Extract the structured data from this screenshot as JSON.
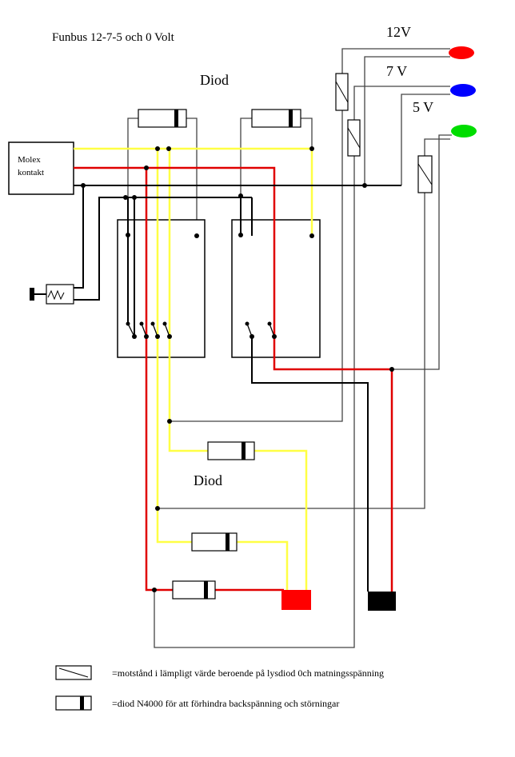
{
  "title": "Funbus 12-7-5 och 0 Volt",
  "voltages": {
    "v12": "12V",
    "v7": "7 V",
    "v5": "5 V"
  },
  "diode_labels": [
    "Diod",
    "Diod"
  ],
  "molex": {
    "line1": "Molex",
    "line2": "kontakt"
  },
  "legend": {
    "resistor_text": "=motstånd i lämpligt värde beroende på lysdiod 0ch matningsspänning",
    "diode_text": "=diod N4000 för att förhindra backspänning och störningar"
  },
  "led_colors": {
    "v12": "#ff0000",
    "v7": "#0000ff",
    "v5": "#00dd00"
  },
  "wire_colors": {
    "black": "#000000",
    "red": "#e00000",
    "yellow": "#ffff44"
  }
}
